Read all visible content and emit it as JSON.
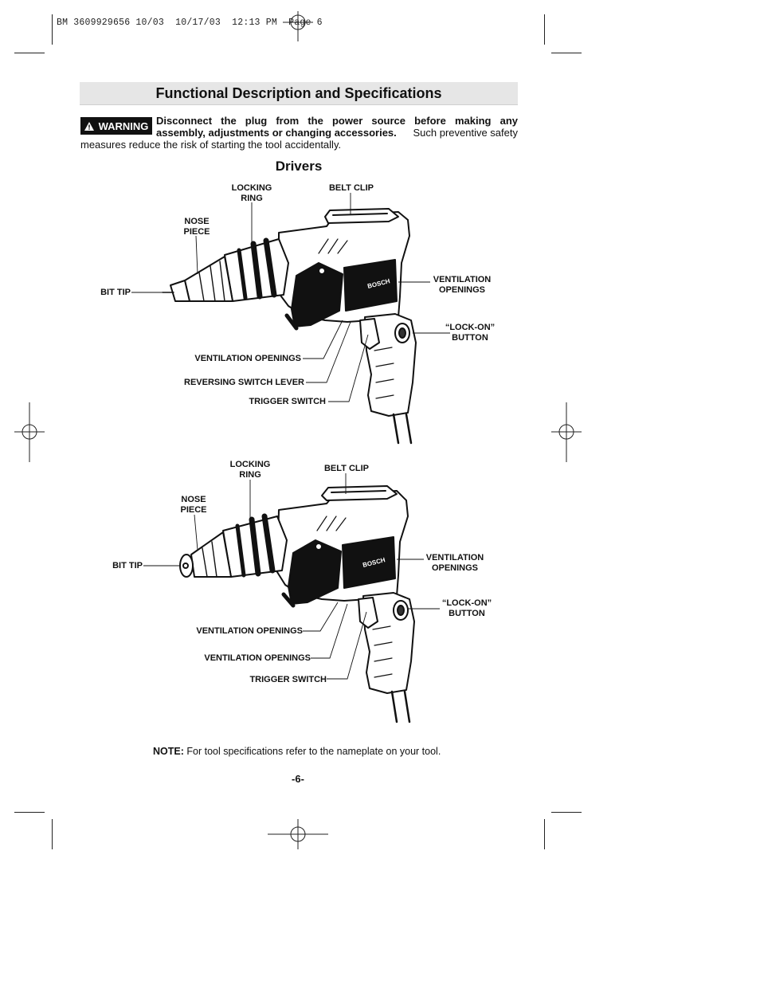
{
  "slug_line": "BM 3609929656 10/03  10/17/03  12:13 PM  Page 6",
  "section_title": "Functional Description and Specifications",
  "warning": {
    "badge_label": "WARNING",
    "bold_line1": "Disconnect the plug from the power source before making any",
    "bold_line2": "assembly, adjustments or changing accessories",
    "rest_line2": "Such preventive safety",
    "line3": "measures reduce the risk of starting the tool accidentally."
  },
  "drivers_heading": "Drivers",
  "figure1": {
    "locking_ring": "LOCKING RING",
    "belt_clip": "BELT CLIP",
    "nose_piece": "NOSE PIECE",
    "ventilation_openings_right": "VENTILATION OPENINGS",
    "bit_tip": "BIT TIP",
    "lock_on_button": "“LOCK-ON” BUTTON",
    "ventilation_openings_left": "VENTILATION OPENINGS",
    "reversing_switch_lever": "REVERSING SWITCH LEVER",
    "trigger_switch": "TRIGGER SWITCH",
    "brand": "BOSCH"
  },
  "figure2": {
    "locking_ring": "LOCKING RING",
    "belt_clip": "BELT CLIP",
    "nose_piece": "NOSE PIECE",
    "ventilation_openings_right": "VENTILATION OPENINGS",
    "bit_tip": "BIT TIP",
    "lock_on_button": "“LOCK-ON” BUTTON",
    "ventilation_openings_left1": "VENTILATION OPENINGS",
    "ventilation_openings_left2": "VENTILATION OPENINGS",
    "trigger_switch": "TRIGGER SWITCH",
    "brand": "BOSCH"
  },
  "note": {
    "label": "NOTE:",
    "text": "For tool specifications refer to the nameplate on your tool."
  },
  "page_number": "-6-"
}
